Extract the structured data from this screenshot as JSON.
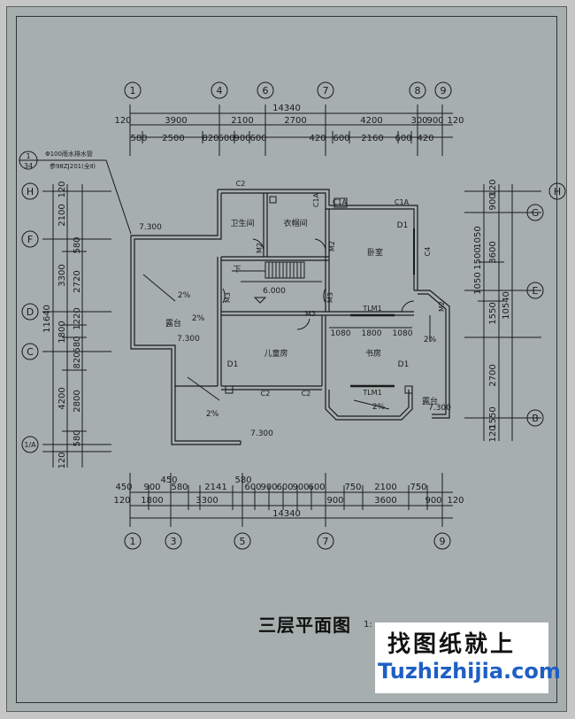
{
  "drawing": {
    "title": "三层平面图",
    "scale_partial": "1:",
    "watermark_cn": "找图纸就上",
    "watermark_en": "Tuzhizhijia.com",
    "colors": {
      "background": "#a6aeae",
      "lines": "#1a1a1a",
      "watermark_text": "#1e5fc4"
    }
  },
  "axes": {
    "top": [
      "1",
      "4",
      "6",
      "7",
      "8",
      "9"
    ],
    "bottom": [
      "1",
      "3",
      "5",
      "7",
      "9"
    ],
    "left": [
      "H",
      "F",
      "D",
      "C",
      "1/A"
    ],
    "right": [
      "H",
      "G",
      "E",
      "B"
    ]
  },
  "dims_top": {
    "total": "14340",
    "row1": [
      "120",
      "3900",
      "2100",
      "2700",
      "4200",
      "300",
      "900",
      "120"
    ],
    "row2": [
      "580",
      "2500",
      "820",
      "600",
      "900",
      "600",
      "420",
      "600",
      "2160",
      "600",
      "420"
    ]
  },
  "dims_bottom": {
    "row1": [
      "450",
      "900",
      "450",
      "580",
      "2141",
      "580",
      "600",
      "900",
      "600",
      "900",
      "600",
      "750",
      "2100",
      "750"
    ],
    "row2": [
      "120",
      "1800",
      "3300",
      "900",
      "3600",
      "900",
      "120"
    ],
    "total": "14340"
  },
  "dims_left": {
    "total": "11640",
    "outer": [
      "120",
      "2100",
      "3300",
      "1800",
      "4200",
      "120"
    ],
    "inner": [
      "580",
      "2720",
      "1220",
      "580",
      "820",
      "2800",
      "580"
    ]
  },
  "dims_right": {
    "total": "10540",
    "outer": [
      "120",
      "900",
      "3600",
      "1550",
      "2700",
      "1550",
      "120"
    ],
    "inner": [
      "1050",
      "1500",
      "1050"
    ]
  },
  "rooms": {
    "toilet": "卫生间",
    "closet": "衣帽间",
    "bedroom": "卧室",
    "terrace": "露台",
    "kids": "儿童房",
    "study": "书房",
    "terrace2": "露台"
  },
  "labels": {
    "c2a": "C2",
    "c2b": "C2",
    "c2c": "C2",
    "c1a_1": "C1A",
    "c1a_2": "C1A",
    "c1a_3": "C1A",
    "c4": "C4",
    "m2a": "M2",
    "m2b": "M2",
    "m2c": "M2",
    "m3a": "M3",
    "m3b": "M3",
    "m3c": "M3",
    "d1a": "D1",
    "d1b": "D1",
    "d1c": "D1",
    "tlm1a": "TLM1",
    "tlm1b": "TLM1",
    "dn": "下",
    "elev_stair": "6.000",
    "elev1": "7.300",
    "elev2": "7.300",
    "elev3": "7.300",
    "elev4": "7.300",
    "slope1": "2%",
    "slope2": "2%",
    "slope3": "2%",
    "slope4": "2%",
    "slope5": "2%",
    "w1080a": "1080",
    "w1800": "1800",
    "w1080b": "1080",
    "note1": "Φ100雨水排水管",
    "note2": "参98ZJ201(全Ⅱ)",
    "detail_num": "1",
    "detail_sheet": "34"
  }
}
